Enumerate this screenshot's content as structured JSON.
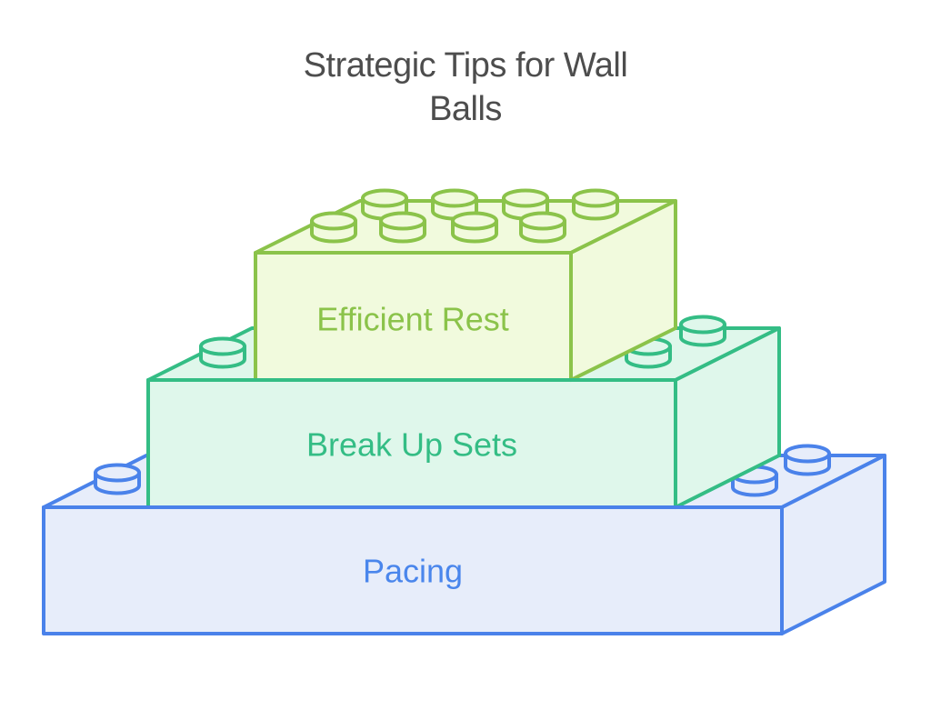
{
  "title": {
    "line1": "Strategic Tips for Wall",
    "line2": "Balls",
    "color": "#4d4d4d"
  },
  "diagram": {
    "type": "lego-brick-pyramid",
    "bricks": [
      {
        "position": "top",
        "label": "Efficient Rest",
        "stroke": "#8bc34a",
        "fill": "#f1fadd",
        "label_color": "#8bc34a",
        "visible_studs": 8
      },
      {
        "position": "middle",
        "label": "Break Up Sets",
        "stroke": "#34bd85",
        "fill": "#dff7eb",
        "label_color": "#34bd85",
        "visible_studs": 3
      },
      {
        "position": "bottom",
        "label": "Pacing",
        "stroke": "#4a82ea",
        "fill": "#e7edfa",
        "label_color": "#4a86ec",
        "visible_studs": 3
      }
    ]
  }
}
